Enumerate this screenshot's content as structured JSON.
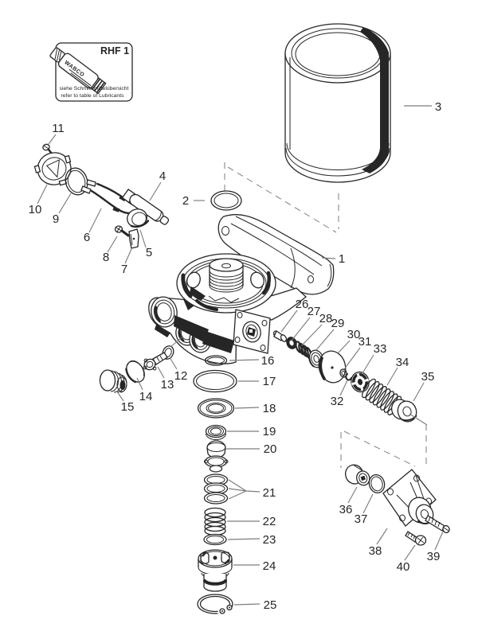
{
  "note_box": {
    "code": "RHF 1",
    "brand": "WABCO",
    "note_de": "siehe Schmiermittelübersicht",
    "note_en": "refer to table of Lubricants"
  },
  "colors": {
    "ink": "#262626",
    "leader": "#7d7d7d",
    "background": "#ffffff"
  },
  "callouts": [
    "1",
    "2",
    "3",
    "4",
    "5",
    "6",
    "7",
    "8",
    "9",
    "10",
    "11",
    "12",
    "13",
    "14",
    "15",
    "16",
    "17",
    "18",
    "19",
    "20",
    "21",
    "22",
    "23",
    "24",
    "25",
    "26",
    "27",
    "28",
    "29",
    "30",
    "31",
    "32",
    "33",
    "34",
    "35",
    "36",
    "37",
    "38",
    "39",
    "40"
  ]
}
